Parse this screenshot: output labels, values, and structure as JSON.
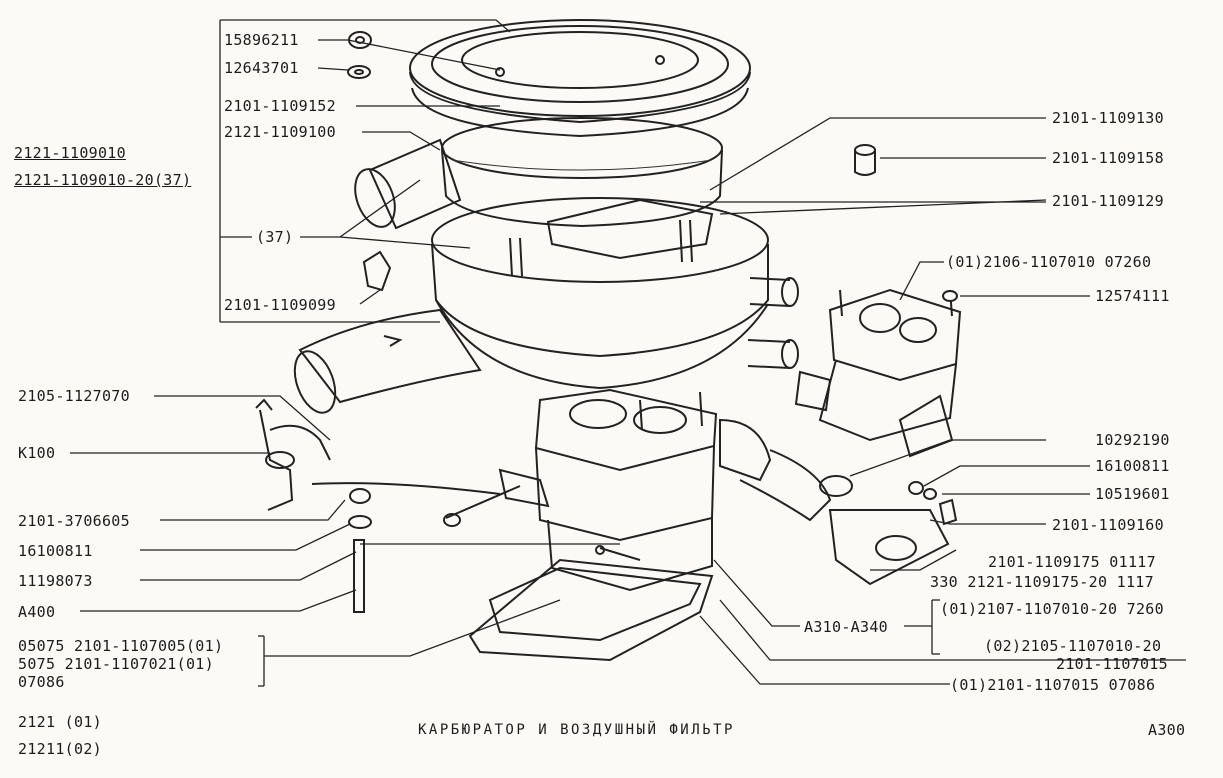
{
  "title": "КАРБЮРАТОР И ВОЗДУШНЫЙ ФИЛЬТР",
  "sheet_code": "A300",
  "models": [
    "2121 (01)",
    "21211(02)"
  ],
  "labels": {
    "p15896211": "15896211",
    "p12643701": "12643701",
    "p2101_1109152": "2101-1109152",
    "p2121_1109100": "2121-1109100",
    "p2121_1109010": "2121-1109010",
    "p2121_1109010_20": "2121-1109010-20(37)",
    "p37": "(37)",
    "p2101_1109099": "2101-1109099",
    "p2105_1127070": "2105-1127070",
    "pK100": "K100",
    "p2101_3706605": "2101-3706605",
    "p16100811a": "16100811",
    "p11198073": "11198073",
    "pA400": "A400",
    "p05075": "05075 2101-1107005(01)",
    "p5075": "5075  2101-1107021(01)",
    "p07086": "07086",
    "p2101_1109130": "2101-1109130",
    "p2101_1109158": "2101-1109158",
    "p2101_1109129": "2101-1109129",
    "p01_2106": "(01)2106-1107010 07260",
    "p12574111": "12574111",
    "p10292190": "10292190",
    "p16100811b": "16100811",
    "p10519601": "10519601",
    "p2101_1109160": "2101-1109160",
    "p2101_1109175": "2101-1109175 01117",
    "p330": "330 2121-1109175-20 1117",
    "pA310": "A310-A340",
    "p01_2107": "(01)2107-1107010-20 7260",
    "p02_2105": "(02)2105-1107010-20",
    "p2101_1107015": "2101-1107015",
    "p01_2101_1107015": "(01)2101-1107015 07086"
  }
}
